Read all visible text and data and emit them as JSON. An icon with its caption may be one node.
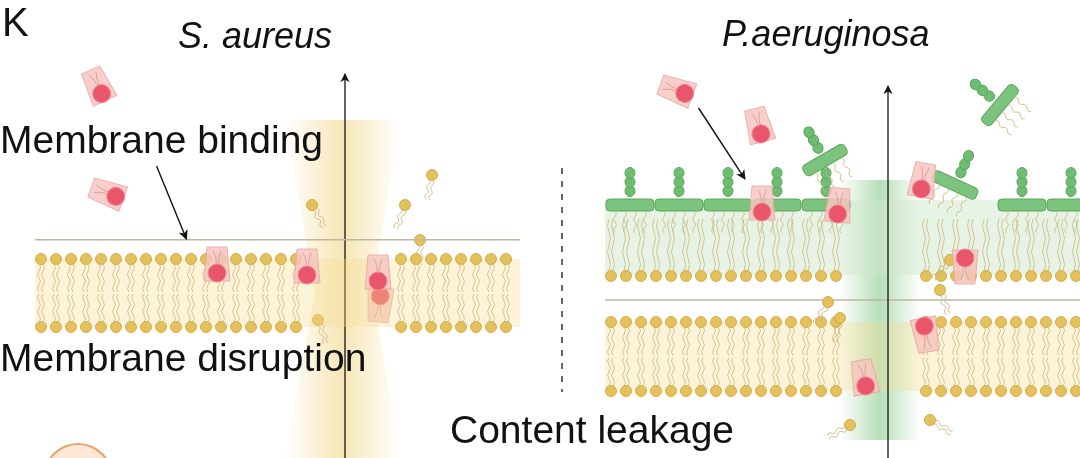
{
  "diagram": {
    "nodes": [
      {
        "text": [
          "Membrane binding"
        ]
      },
      {
        "text": [],
        "shape": "picture"
      },
      {
        "text": [],
        "shape": "picture"
      },
      {
        "text": [],
        "shape": "picture"
      }
    ],
    "edges": [
      {
        "from": 0,
        "to": 1,
        "arrow": "to"
      },
      {
        "from": 2,
        "to": 3,
        "arrow": "to"
      }
    ],
    "labels": [
      "K",
      "S. aureus",
      "P.aeruginosa",
      "Membrane disruption",
      "Content leakage"
    ]
  }
}
